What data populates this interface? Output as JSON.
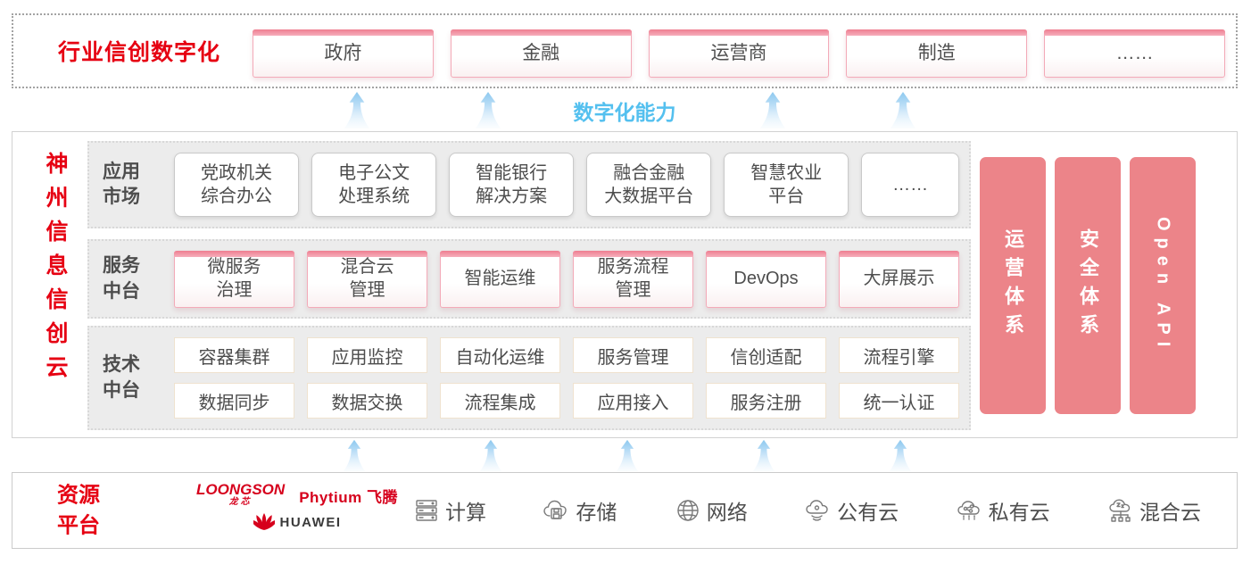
{
  "top_band": {
    "title": "行业信创数字化",
    "industries": [
      "政府",
      "金融",
      "运营商",
      "制造",
      "……"
    ]
  },
  "capability_label": "数字化能力",
  "main": {
    "vertical_title": "神州信息信创云",
    "rows": [
      {
        "label": "应用\n市场",
        "items": [
          "党政机关\n综合办公",
          "电子公文\n处理系统",
          "智能银行\n解决方案",
          "融合金融\n大数据平台",
          "智慧农业\n平台",
          "……"
        ]
      },
      {
        "label": "服务\n中台",
        "items": [
          "微服务\n治理",
          "混合云\n管理",
          "智能运维",
          "服务流程\n管理",
          "DevOps",
          "大屏展示"
        ]
      },
      {
        "label": "技术\n中台",
        "items_row1": [
          "容器集群",
          "应用监控",
          "自动化运维",
          "服务管理",
          "信创适配",
          "流程引擎"
        ],
        "items_row2": [
          "数据同步",
          "数据交换",
          "流程集成",
          "应用接入",
          "服务注册",
          "统一认证"
        ]
      }
    ],
    "side_bars": [
      "运营体系",
      "安全体系",
      "Open API"
    ]
  },
  "resources": {
    "label": "资源\n平台",
    "vendors": {
      "loongson": "LOONGSON",
      "loongson_cn": "龙芯",
      "phytium": "Phytium 飞腾",
      "huawei": "HUAWEI"
    },
    "items": [
      {
        "icon": "compute-server-icon",
        "label": "计算"
      },
      {
        "icon": "storage-cloud-icon",
        "label": "存储"
      },
      {
        "icon": "network-globe-icon",
        "label": "网络"
      },
      {
        "icon": "public-cloud-icon",
        "label": "公有云"
      },
      {
        "icon": "private-cloud-icon",
        "label": "私有云"
      },
      {
        "icon": "hybrid-cloud-icon",
        "label": "混合云"
      }
    ]
  },
  "colors": {
    "accent_red": "#e60012",
    "bar_pink": "#ec8489",
    "capability_blue": "#54c0ef"
  }
}
